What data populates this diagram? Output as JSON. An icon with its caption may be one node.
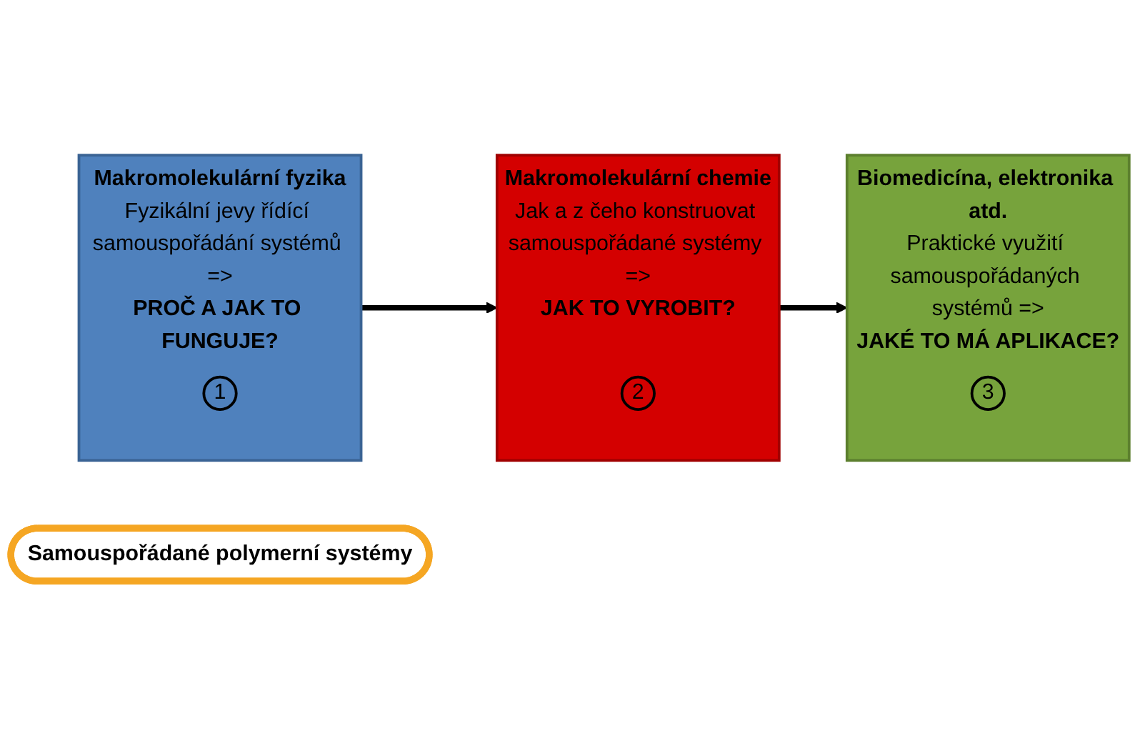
{
  "diagram": {
    "nodes": [
      {
        "text": [
          "Makromolekulární fyzika",
          "Fyzikální jevy řídící samouspořádání systémů =>",
          "PROČ A JAK TO FUNGUJE?"
        ]
      },
      {
        "text": [
          "1"
        ],
        "in": 0
      },
      {
        "text": [
          "Makromolekulární chemie",
          "Jak a z čeho konstruovat samouspořádané systémy =>",
          "JAK TO VYROBIT?"
        ]
      },
      {
        "text": [
          "2"
        ],
        "in": 2
      },
      {
        "text": [
          "Samouspořádané polymerní systémy"
        ]
      },
      {
        "text": [
          "Biomedicína, elektronika atd.",
          "Praktické využití samouspořádaných systémů =>",
          "JAKÉ TO MÁ APLIKACE?"
        ]
      },
      {
        "text": [
          "3"
        ],
        "in": 5
      }
    ],
    "edges": [
      {
        "from": 0,
        "to": 2,
        "arrow": "to"
      },
      {
        "from": 2,
        "to": 5,
        "arrow": "to"
      }
    ]
  }
}
